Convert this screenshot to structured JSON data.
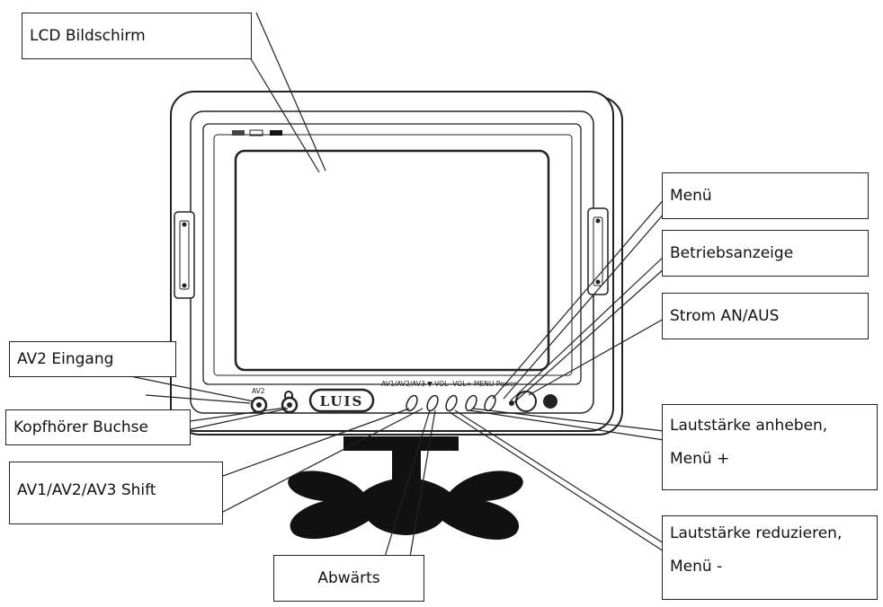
{
  "callouts": {
    "lcd": "LCD Bildschirm",
    "menu": "Menü",
    "power_indicator": "Betriebsanzeige",
    "power": "Strom AN/AUS",
    "av2_input": "AV2 Eingang",
    "headphone": "Kopfhörer Buchse",
    "av_shift": "AV1/AV2/AV3 Shift",
    "down": "Abwärts",
    "vol_up_line1": "Lautstärke  anheben,",
    "vol_up_line2": "Menü +",
    "vol_down_line1": "Lautstärke reduzieren,",
    "vol_down_line2": "Menü -"
  },
  "device": {
    "brand": "LUIS",
    "jack_label_av2": "AV2",
    "button_strip_label": "AV1/AV2/AV3 ▼  VOL- VOL+ MENU Power"
  },
  "colors": {
    "line": "#222222",
    "stand": "#111111",
    "background": "#ffffff"
  }
}
